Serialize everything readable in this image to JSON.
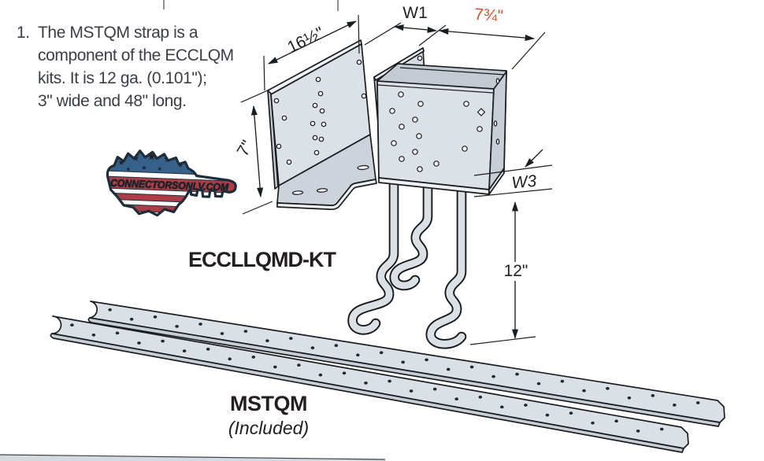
{
  "note": {
    "number": "1.",
    "lines": [
      "The MSTQM strap is a",
      "component of the ECCLQM",
      "kits. It is 12 ga. (0.101\");",
      "3\" wide and 48\" long."
    ]
  },
  "logo": {
    "text": "CONNECTORSONLV.COM"
  },
  "diagram": {
    "kit_label": "ECCLLQMD-KT",
    "dims": {
      "length": "16½\"",
      "w1": "W1",
      "right": "7¾\"",
      "height": "7\"",
      "w3": "W3",
      "drop": "12\""
    }
  },
  "straps": {
    "label": "MSTQM",
    "sub": "(Included)"
  },
  "colors": {
    "metal": "#dce1e7",
    "outline": "#1a1d20",
    "dim_highlight": "#d8502c",
    "note_text": "#3b3e45"
  }
}
